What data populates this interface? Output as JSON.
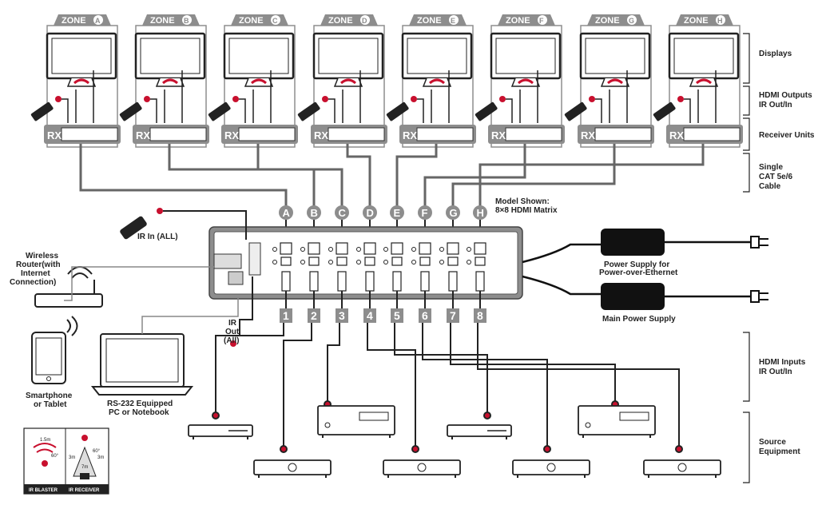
{
  "zones": [
    {
      "prefix": "ZONE",
      "letter": "A"
    },
    {
      "prefix": "ZONE",
      "letter": "B"
    },
    {
      "prefix": "ZONE",
      "letter": "C"
    },
    {
      "prefix": "ZONE",
      "letter": "D"
    },
    {
      "prefix": "ZONE",
      "letter": "E"
    },
    {
      "prefix": "ZONE",
      "letter": "F"
    },
    {
      "prefix": "ZONE",
      "letter": "G"
    },
    {
      "prefix": "ZONE",
      "letter": "H"
    }
  ],
  "rx_label": "RX",
  "output_letters": [
    "A",
    "B",
    "C",
    "D",
    "E",
    "F",
    "G",
    "H"
  ],
  "input_numbers": [
    "1",
    "2",
    "3",
    "4",
    "5",
    "6",
    "7",
    "8"
  ],
  "model": {
    "line1": "Model Shown:",
    "line2": "8×8 HDMI Matrix"
  },
  "ir_in": "IR In (ALL)",
  "ir_out": [
    "IR",
    "Out",
    "(All)"
  ],
  "router": [
    "Wireless",
    "Router(with",
    "Internet",
    "Connection)"
  ],
  "smartphone": [
    "Smartphone",
    "or Tablet"
  ],
  "pc": [
    "RS-232 Equipped",
    "PC or Notebook"
  ],
  "psu_poe": [
    "Power Supply for",
    "Power-over-Ethernet"
  ],
  "psu_main": "Main Power Supply",
  "side_labels": {
    "displays": [
      "Displays"
    ],
    "hdmi_out": [
      "HDMI Outputs",
      "IR Out/In"
    ],
    "receivers": [
      "Receiver Units"
    ],
    "cable": [
      "Single",
      "CAT 5e/6",
      "Cable"
    ],
    "hdmi_in": [
      "HDMI Inputs",
      "IR Out/In"
    ],
    "source": [
      "Source",
      "Equipment"
    ]
  },
  "legend": {
    "blaster": "IR BLASTER",
    "receiver": "IR RECEIVER",
    "blaster_dist": "1.5m",
    "blaster_angle": "60°",
    "rx_dist1": "3m",
    "rx_dist2": "7m",
    "rx_dist3": "3m",
    "rx_angle": "60°"
  },
  "colors": {
    "gray": "#9a9a9a",
    "dark": "#1a1a1a",
    "ir_red": "#c8102e",
    "accent": "#e0001a"
  }
}
